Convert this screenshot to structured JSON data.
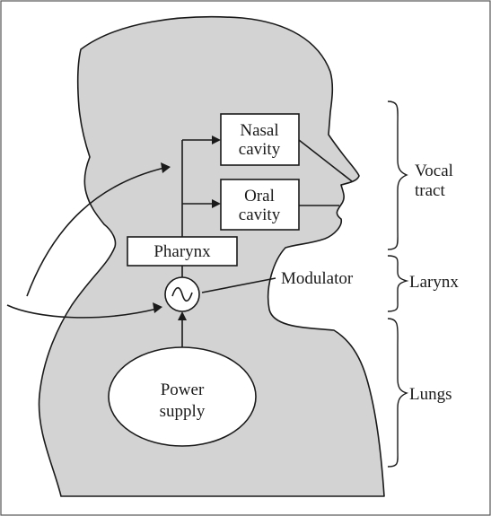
{
  "diagram": {
    "boxes": {
      "nasal_cavity": [
        "Nasal",
        "cavity"
      ],
      "oral_cavity": [
        "Oral",
        "cavity"
      ],
      "pharynx": "Pharynx"
    },
    "modulator_label": "Modulator",
    "power_supply": [
      "Power",
      "supply"
    ],
    "regions": {
      "vocal_tract": [
        "Vocal",
        "tract"
      ],
      "larynx": "Larynx",
      "lungs": "Lungs"
    },
    "colors": {
      "silhouette_fill": "#d3d3d3",
      "line": "#1a1a1a",
      "box_fill": "#ffffff"
    }
  }
}
